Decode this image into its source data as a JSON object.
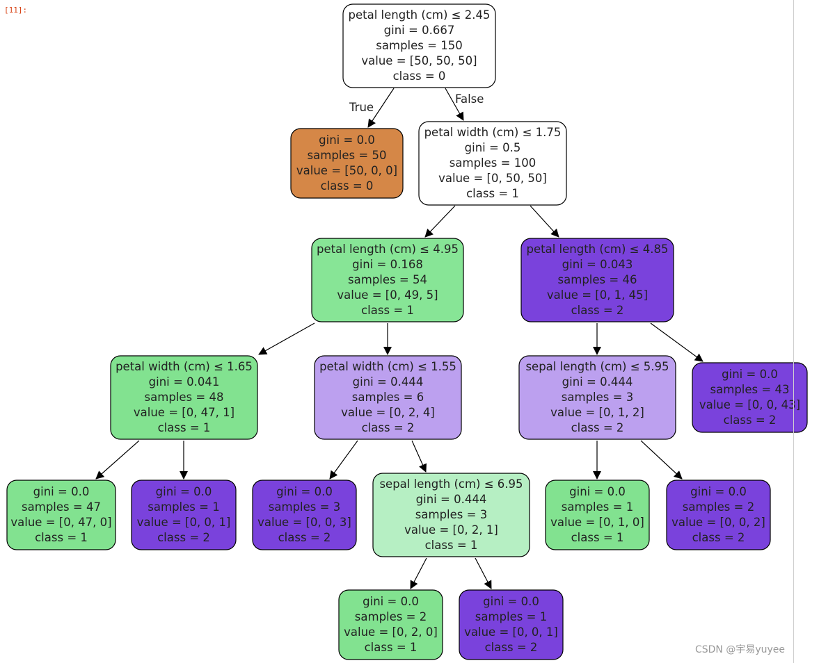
{
  "cell_prompt": "[11]:",
  "watermark": "CSDN @宇易yuyee",
  "colors": {
    "root": "#ffffff",
    "orange": "#d58747",
    "white": "#ffffff",
    "green": "#87e596",
    "green_light": "#82e290",
    "green_pale": "#b6efc3",
    "purple": "#7a42dc",
    "purple_light": "#bca0ef"
  },
  "edge_labels": {
    "true_label": "True",
    "false_label": "False"
  },
  "nodes": [
    {
      "id": "n0",
      "color": "root",
      "lines": [
        "petal length (cm) ≤ 2.45",
        "gini = 0.667",
        "samples = 150",
        "value = [50, 50, 50]",
        "class = 0"
      ]
    },
    {
      "id": "n1",
      "color": "orange",
      "lines": [
        "gini = 0.0",
        "samples = 50",
        "value = [50, 0, 0]",
        "class = 0"
      ]
    },
    {
      "id": "n2",
      "color": "white",
      "lines": [
        "petal width (cm) ≤ 1.75",
        "gini = 0.5",
        "samples = 100",
        "value = [0, 50, 50]",
        "class = 1"
      ]
    },
    {
      "id": "n3",
      "color": "green",
      "lines": [
        "petal length (cm) ≤ 4.95",
        "gini = 0.168",
        "samples = 54",
        "value = [0, 49, 5]",
        "class = 1"
      ]
    },
    {
      "id": "n4",
      "color": "purple",
      "lines": [
        "petal length (cm) ≤ 4.85",
        "gini = 0.043",
        "samples = 46",
        "value = [0, 1, 45]",
        "class = 2"
      ]
    },
    {
      "id": "n5",
      "color": "green_light",
      "lines": [
        "petal width (cm) ≤ 1.65",
        "gini = 0.041",
        "samples = 48",
        "value = [0, 47, 1]",
        "class = 1"
      ]
    },
    {
      "id": "n6",
      "color": "purple_light",
      "lines": [
        "petal width (cm) ≤ 1.55",
        "gini = 0.444",
        "samples = 6",
        "value = [0, 2, 4]",
        "class = 2"
      ]
    },
    {
      "id": "n7",
      "color": "purple_light",
      "lines": [
        "sepal length (cm) ≤ 5.95",
        "gini = 0.444",
        "samples = 3",
        "value = [0, 1, 2]",
        "class = 2"
      ]
    },
    {
      "id": "n8",
      "color": "purple",
      "lines": [
        "gini = 0.0",
        "samples = 43",
        "value = [0, 0, 43]",
        "class = 2"
      ]
    },
    {
      "id": "n9",
      "color": "green_light",
      "lines": [
        "gini = 0.0",
        "samples = 47",
        "value = [0, 47, 0]",
        "class = 1"
      ]
    },
    {
      "id": "n10",
      "color": "purple",
      "lines": [
        "gini = 0.0",
        "samples = 1",
        "value = [0, 0, 1]",
        "class = 2"
      ]
    },
    {
      "id": "n11",
      "color": "purple",
      "lines": [
        "gini = 0.0",
        "samples = 3",
        "value = [0, 0, 3]",
        "class = 2"
      ]
    },
    {
      "id": "n12",
      "color": "green_pale",
      "lines": [
        "sepal length (cm) ≤ 6.95",
        "gini = 0.444",
        "samples = 3",
        "value = [0, 2, 1]",
        "class = 1"
      ]
    },
    {
      "id": "n13",
      "color": "green_light",
      "lines": [
        "gini = 0.0",
        "samples = 1",
        "value = [0, 1, 0]",
        "class = 1"
      ]
    },
    {
      "id": "n14",
      "color": "purple",
      "lines": [
        "gini = 0.0",
        "samples = 2",
        "value = [0, 0, 2]",
        "class = 2"
      ]
    },
    {
      "id": "n15",
      "color": "green_light",
      "lines": [
        "gini = 0.0",
        "samples = 2",
        "value = [0, 2, 0]",
        "class = 1"
      ]
    },
    {
      "id": "n16",
      "color": "purple",
      "lines": [
        "gini = 0.0",
        "samples = 1",
        "value = [0, 0, 1]",
        "class = 2"
      ]
    }
  ],
  "edges": [
    {
      "from": "n0",
      "to": "n1",
      "label": "true_label"
    },
    {
      "from": "n0",
      "to": "n2",
      "label": "false_label"
    },
    {
      "from": "n2",
      "to": "n3"
    },
    {
      "from": "n2",
      "to": "n4"
    },
    {
      "from": "n3",
      "to": "n5"
    },
    {
      "from": "n3",
      "to": "n6"
    },
    {
      "from": "n4",
      "to": "n7"
    },
    {
      "from": "n4",
      "to": "n8"
    },
    {
      "from": "n5",
      "to": "n9"
    },
    {
      "from": "n5",
      "to": "n10"
    },
    {
      "from": "n6",
      "to": "n11"
    },
    {
      "from": "n6",
      "to": "n12"
    },
    {
      "from": "n7",
      "to": "n13"
    },
    {
      "from": "n7",
      "to": "n14"
    },
    {
      "from": "n12",
      "to": "n15"
    },
    {
      "from": "n12",
      "to": "n16"
    }
  ]
}
